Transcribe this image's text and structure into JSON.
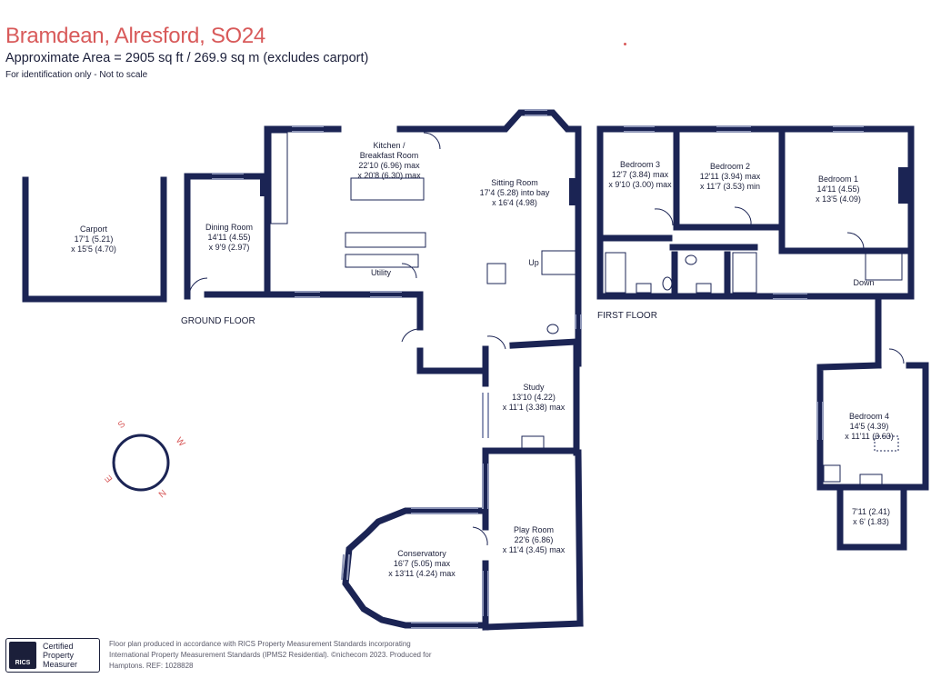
{
  "header": {
    "title": "Bramdean, Alresford, SO24",
    "area": "Approximate Area = 2905 sq ft / 269.9 sq m (excludes carport)",
    "note": "For identification only - Not to scale"
  },
  "colors": {
    "wall": "#1b2454",
    "title": "#d85a5a",
    "text": "#1b1f3a"
  },
  "rooms": {
    "carport": [
      "Carport",
      "17'1 (5.21)",
      "x 15'5 (4.70)"
    ],
    "dining": [
      "Dining Room",
      "14'11 (4.55)",
      "x 9'9 (2.97)"
    ],
    "kitchen": [
      "Kitchen /",
      "Breakfast Room",
      "22'10 (6.96) max",
      "x 20'8 (6.30) max"
    ],
    "utility": [
      "Utility"
    ],
    "sitting": [
      "Sitting Room",
      "17'4 (5.28) into bay",
      "x 16'4 (4.98)"
    ],
    "up": [
      "Up"
    ],
    "study": [
      "Study",
      "13'10 (4.22)",
      "x 11'1 (3.38) max"
    ],
    "playroom": [
      "Play Room",
      "22'6 (6.86)",
      "x 11'4 (3.45) max"
    ],
    "conservatory": [
      "Conservatory",
      "16'7 (5.05) max",
      "x 13'11 (4.24) max"
    ],
    "bedroom3": [
      "Bedroom 3",
      "12'7 (3.84) max",
      "x 9'10 (3.00) max"
    ],
    "bedroom2": [
      "Bedroom 2",
      "12'11 (3.94) max",
      "x 11'7 (3.53) min"
    ],
    "bedroom1": [
      "Bedroom 1",
      "14'11 (4.55)",
      "x 13'5 (4.09)"
    ],
    "down": [
      "Down"
    ],
    "bedroom4": [
      "Bedroom 4",
      "14'5 (4.39)",
      "x 11'11 (3.63)"
    ],
    "store": [
      "7'11 (2.41)",
      "x 6' (1.83)"
    ]
  },
  "floors": {
    "ground": "GROUND FLOOR",
    "first": "FIRST FLOOR"
  },
  "compass": {
    "s": "S",
    "w": "W",
    "n": "N",
    "e": "E"
  },
  "badge": {
    "logo": "RICS",
    "line1": "Certified",
    "line2": "Property",
    "line3": "Measurer"
  },
  "footer": {
    "line1": "Floor plan produced in accordance with RICS Property Measurement Standards incorporating",
    "line2": "International Property Measurement Standards (IPMS2 Residential). ©nichecom 2023. Produced for",
    "line3": "Hamptons. REF: 1028828"
  }
}
